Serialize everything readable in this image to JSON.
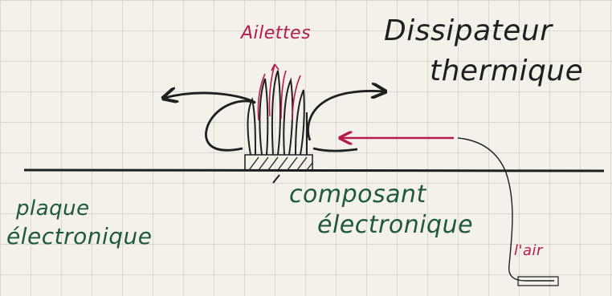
{
  "labels": {
    "ailettes": "Ailettes",
    "dissipateur_line1": "Dissipateur",
    "dissipateur_line2": "thermique",
    "composant_line1": "composant",
    "composant_line2": "électronique",
    "plaque_line1": "plaque",
    "plaque_line2": "électronique",
    "flux": "l'air"
  },
  "colors": {
    "paper": "#f4f1ea",
    "grid": "#c9c6bd",
    "ink_black": "#1f1f1f",
    "ink_green": "#1e5a3a",
    "ink_red": "#b51c4a"
  }
}
